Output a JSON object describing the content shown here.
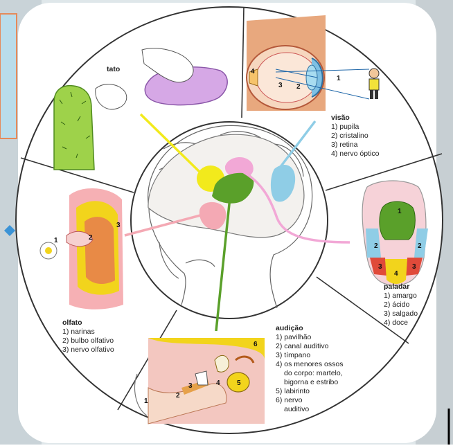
{
  "sections": {
    "tato": {
      "title": "tato",
      "items": []
    },
    "visao": {
      "title": "visão",
      "items": [
        "1) pupila",
        "2) cristalino",
        "3) retina",
        "4) nervo óptico"
      ]
    },
    "paladar": {
      "title": "paladar",
      "items": [
        "1) amargo",
        "2) ácido",
        "3) salgado",
        "4) doce"
      ]
    },
    "audicao": {
      "title": "audição",
      "items": [
        "1) pavilhão",
        "2) canal auditivo",
        "3) tímpano",
        "4) os menores ossos",
        "do corpo: martelo,",
        "bigorna e estribo",
        "5) labirinto",
        "6) nervo",
        "auditivo"
      ]
    },
    "olfato": {
      "title": "olfato",
      "items": [
        "1) narinas",
        "2) bulbo olfativo",
        "3) nervo olfativo"
      ]
    }
  },
  "diagram_numbers": {
    "eye": [
      "1",
      "2",
      "3",
      "4"
    ],
    "tongue": [
      "1",
      "2",
      "2",
      "3",
      "3",
      "4"
    ],
    "ear": [
      "1",
      "2",
      "3",
      "4",
      "5",
      "6"
    ],
    "nose": [
      "1",
      "2",
      "3"
    ]
  },
  "colors": {
    "tato_region": "#f2ea1c",
    "visao_region": "#8fcde6",
    "paladar_region": "#f2a8d6",
    "audicao_region": "#5aa02a",
    "olfato_region": "#f4a9b4",
    "background_left": "#b9dcea"
  }
}
